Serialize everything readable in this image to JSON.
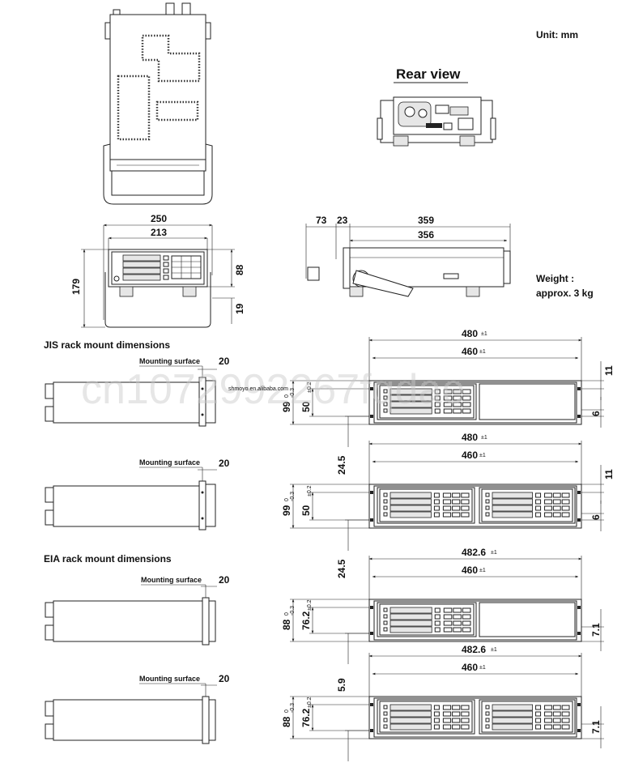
{
  "unit": "Unit:   mm",
  "rear_view_title": "Rear view",
  "weight": {
    "line1": "Weight :",
    "line2": "approx. 3 kg"
  },
  "front_view_dims": {
    "width_outer": "250",
    "width_inner": "213",
    "height_total": "179",
    "height_panel": "88",
    "foot": "19"
  },
  "side_view_dims": {
    "handle": "73",
    "offset": "23",
    "depth_outer": "359",
    "depth_inner": "356"
  },
  "jis_title": "JIS rack mount dimensions",
  "eia_title": "EIA rack mount dimensions",
  "mounting_surface": "Mounting surface",
  "mount_depth": "20",
  "rack_jis": {
    "width_outer": "480",
    "width_inner": "460",
    "tol1": "±1",
    "height": "99",
    "height_tol": "0",
    "height_tol_minus": "-0.3",
    "hole_span": "50",
    "hole_tol": "±0.2",
    "bottom": "24.5",
    "top_offset": "11",
    "hole_offset": "6"
  },
  "rack_eia": {
    "width_outer": "482.6",
    "width_inner": "460",
    "tol1": "±1",
    "height": "88",
    "height_tol": "0",
    "height_tol_minus": "-0.3",
    "hole_span": "76.2",
    "hole_tol": "±0.2",
    "bottom": "5.9",
    "side": "7.1"
  },
  "watermark": "cn1072992267fqdae",
  "watermark_small": "shmoyo.en.alibaba.com"
}
